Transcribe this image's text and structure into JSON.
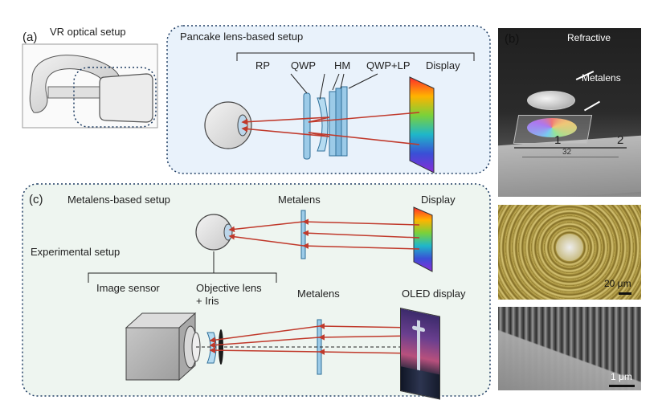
{
  "panels": {
    "a": {
      "letter": "(a)",
      "title": "VR optical setup",
      "pancake": {
        "title": "Pancake lens-based setup",
        "labels": {
          "rp": "RP",
          "qwp": "QWP",
          "hm": "HM",
          "qwp_lp": "QWP+LP",
          "display": "Display"
        }
      }
    },
    "b": {
      "letter": "(b)",
      "photo_labels": {
        "refractive": "Refractive",
        "metalens": "Metalens"
      },
      "ruler_numbers": [
        "1",
        "2",
        "32"
      ],
      "scale_top": "20 μm",
      "scale_bottom": "1 μm"
    },
    "c": {
      "letter": "(c)",
      "metalens_setup": {
        "title": "Metalens-based setup",
        "labels": {
          "metalens": "Metalens",
          "display": "Display"
        }
      },
      "experimental_setup": {
        "title": "Experimental setup",
        "labels": {
          "image_sensor": "Image sensor",
          "objective_line1": "Objective lens",
          "objective_line2": "+ Iris",
          "metalens": "Metalens",
          "oled": "OLED display"
        }
      }
    }
  },
  "colors": {
    "panel_fill": "#eef5f0",
    "pancake_fill": "#e9f2fb",
    "ray": "#c0392b",
    "lens": "#9ccbe8",
    "lens_stroke": "#2f6f99"
  }
}
